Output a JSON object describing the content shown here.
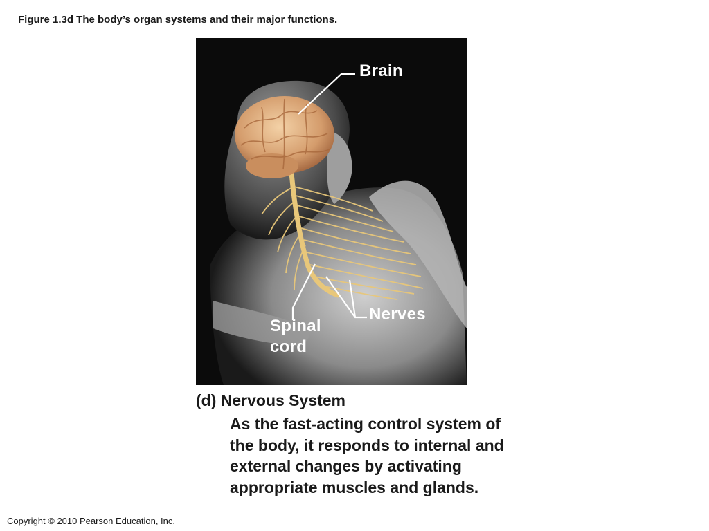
{
  "figure": {
    "title": "Figure 1.3d  The body’s organ systems and their major functions."
  },
  "illustration": {
    "labels": {
      "brain": "Brain",
      "nerves": "Nerves",
      "spinal_cord_line1": "Spinal",
      "spinal_cord_line2": "cord"
    },
    "colors": {
      "background": "#0b0b0b",
      "nerve": "#e8c77a",
      "brain": "#d9a574",
      "leader_line": "#ffffff"
    }
  },
  "caption": {
    "heading": "(d) Nervous System",
    "lines": [
      "As the fast-acting control system of",
      "the body, it responds to internal and",
      "external changes by activating",
      "appropriate muscles and glands."
    ]
  },
  "footer": {
    "copyright": "Copyright © 2010 Pearson Education, Inc."
  }
}
